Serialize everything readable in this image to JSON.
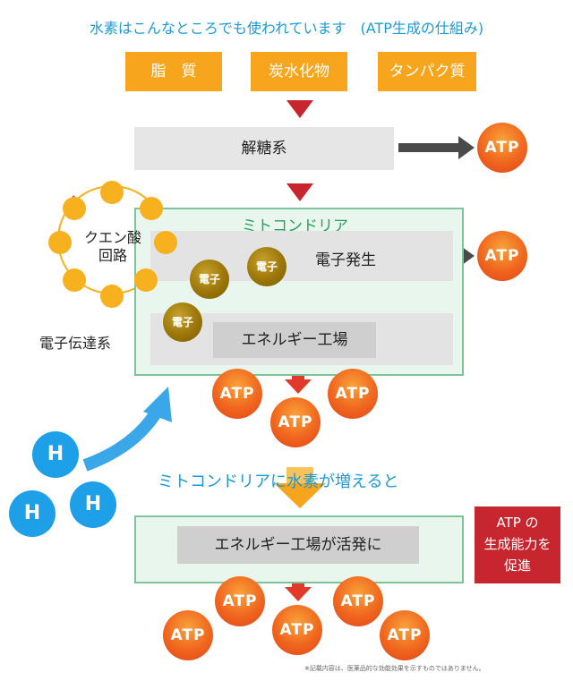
{
  "title": "水素はこんなところでも使われています　(ATP生成の仕組み)",
  "sources": [
    "脂　質",
    "炭水化物",
    "タンパク質"
  ],
  "glycolysis": "解糖系",
  "mitochondria": "ミトコンドリア",
  "citric_cycle_line1": "クエン酸",
  "citric_cycle_line2": "回路",
  "electron_generation": "電子発生",
  "electron_transport": "電子伝達系",
  "electron": "電子",
  "factory": "エネルギー工場",
  "atp": "ATP",
  "hydrogen": "H",
  "mid_caption": "ミトコンドリアに水素が増えると",
  "factory_active": "エネルギー工場が活発に",
  "promote_line1": "ATP の",
  "promote_line2": "生成能力を",
  "promote_line3": "促進",
  "footnote": "※記載内容は、医薬品的な効能効果を示すものではありません。",
  "colors": {
    "orange": "#f7a51c",
    "blue": "#1a9bd7",
    "red_arrow": "#c8262e",
    "green_border": "#7cc59a"
  }
}
